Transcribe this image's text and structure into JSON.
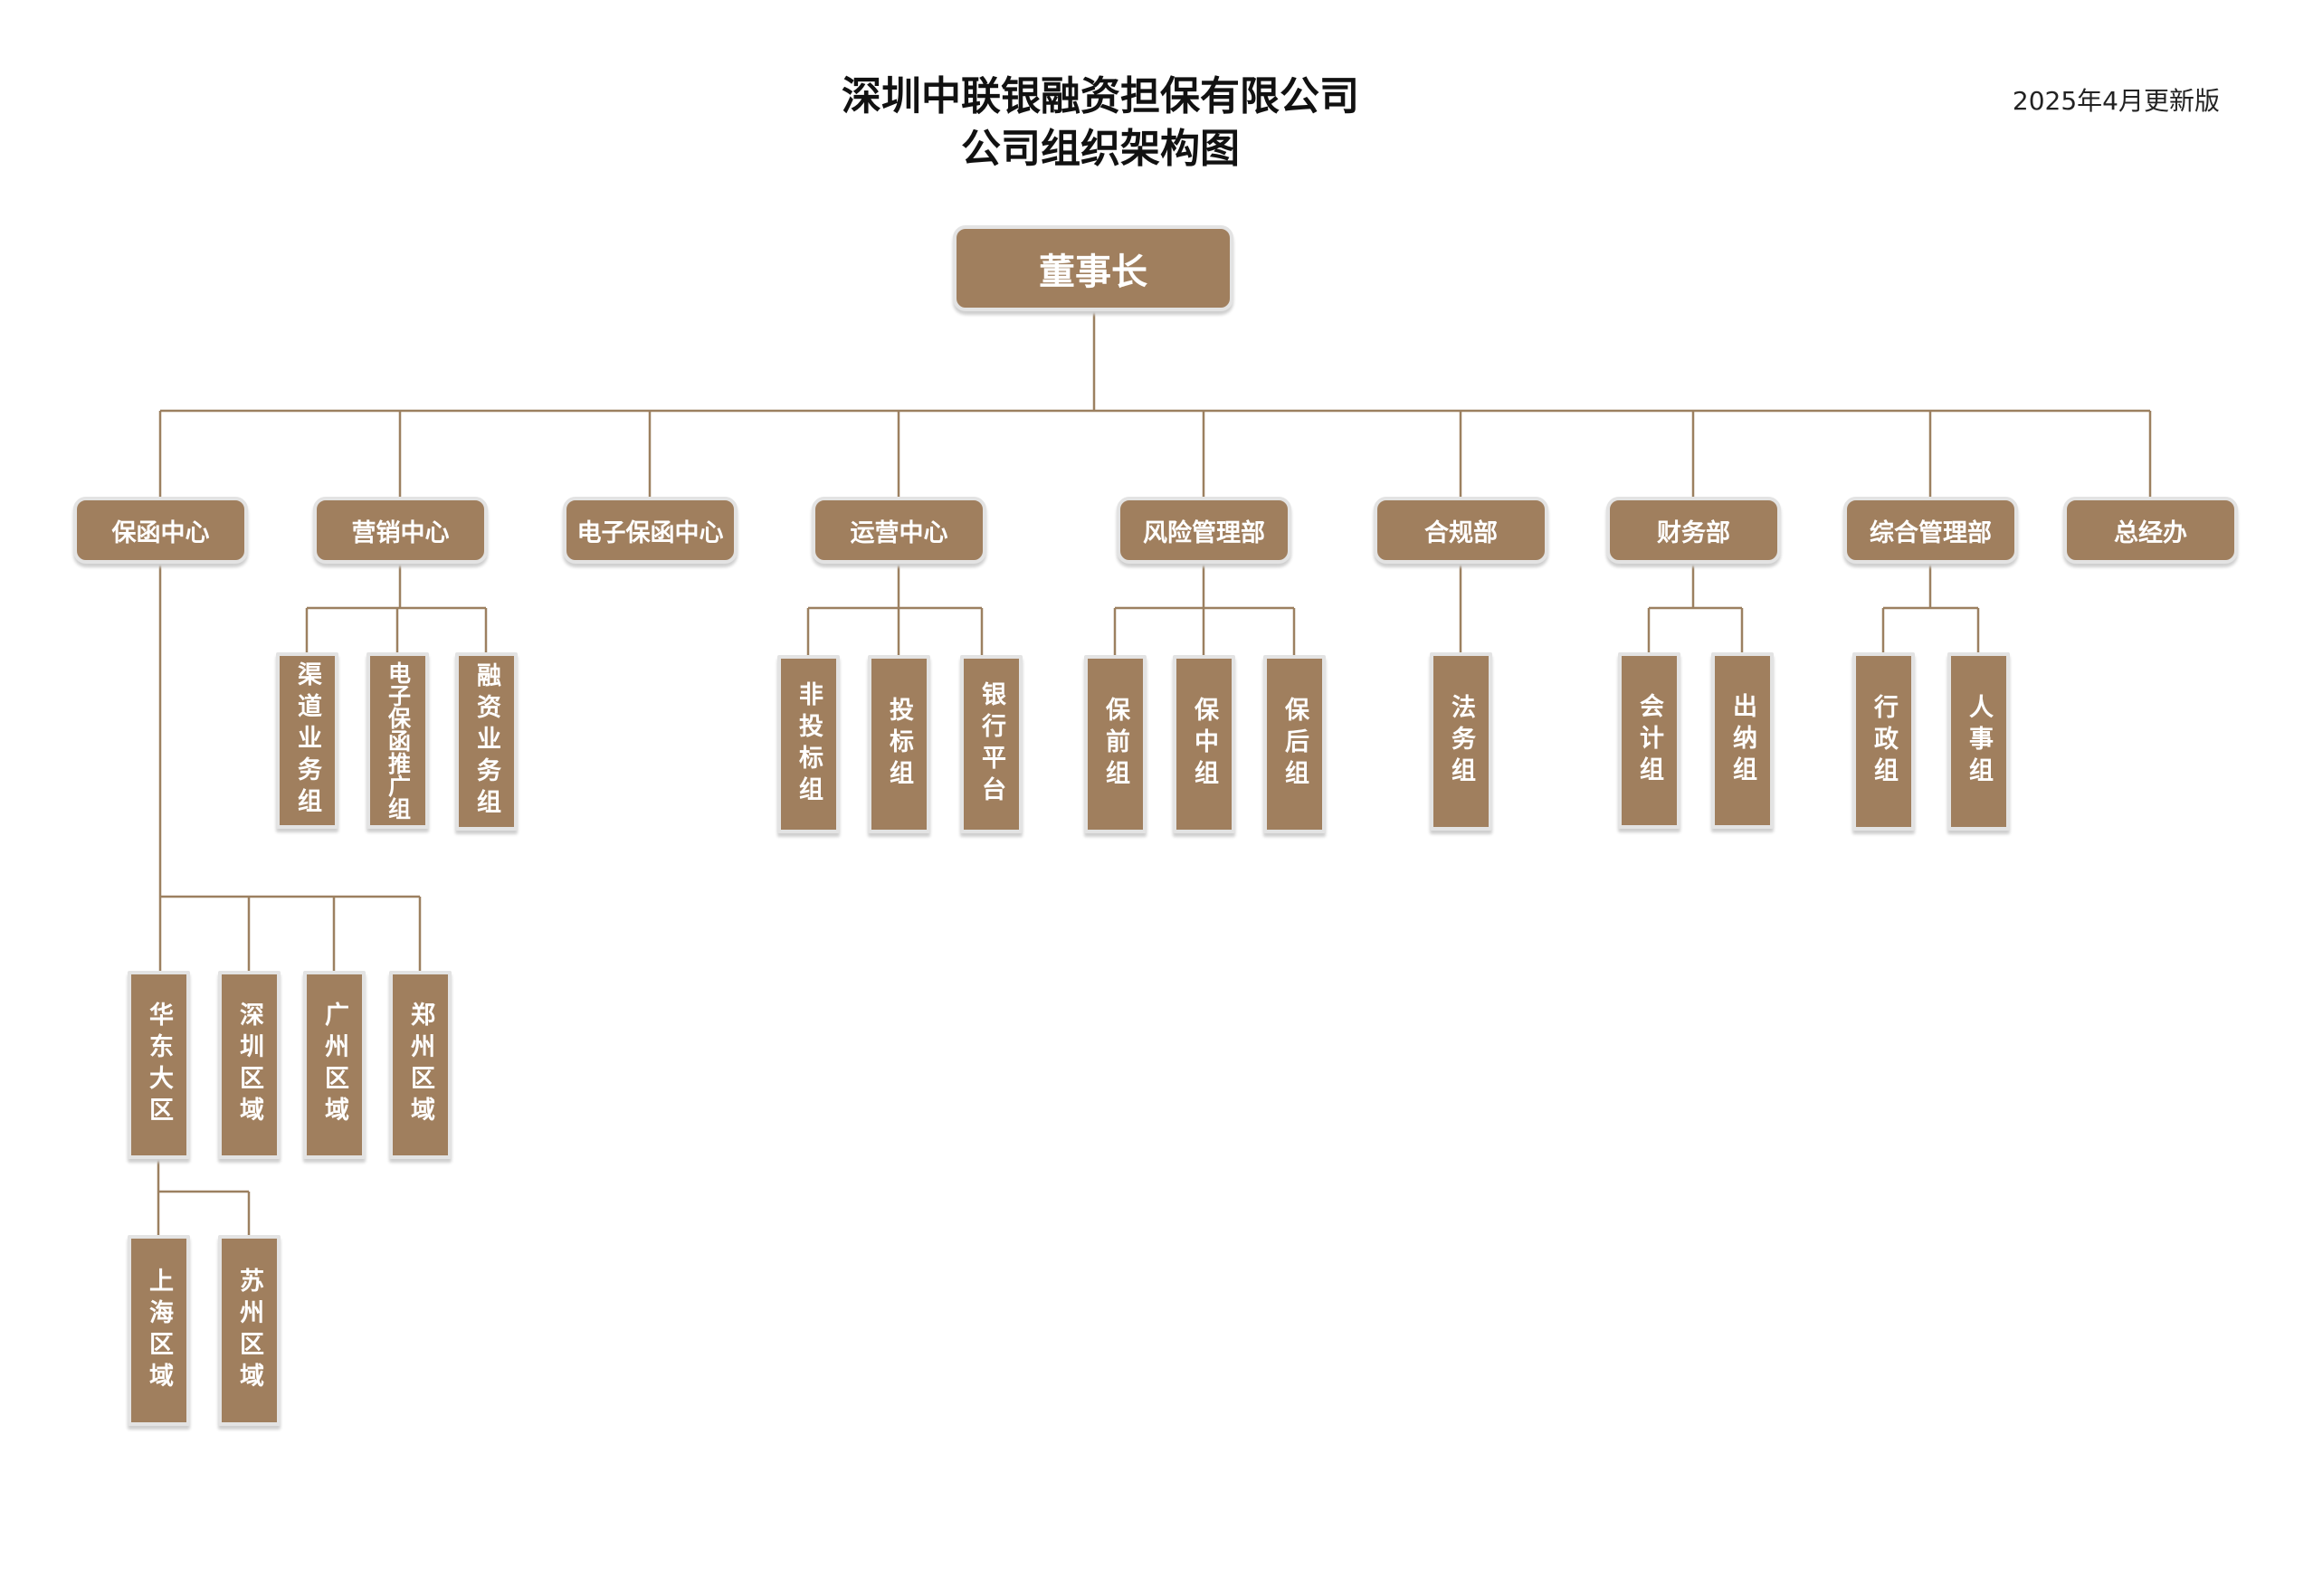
{
  "header": {
    "title_line1": "深圳中联银融资担保有限公司",
    "title_line2": "公司组织架构图",
    "version": "2025年4月更新版"
  },
  "colors": {
    "box": "#A07F5E",
    "line": "#9C8060"
  },
  "chairman": "董事长",
  "departments": [
    "保函中心",
    "营销中心",
    "电子保函中心",
    "运营中心",
    "风险管理部",
    "合规部",
    "财务部",
    "综合管理部",
    "总经办"
  ],
  "groups": {
    "marketing": [
      "渠道业务组",
      "电子保函推广组",
      "融资业务组"
    ],
    "operations": [
      "非投标组",
      "投标组",
      "银行平台"
    ],
    "risk": [
      "保前组",
      "保中组",
      "保后组"
    ],
    "compliance": [
      "法务组"
    ],
    "finance": [
      "会计组",
      "出纳组"
    ],
    "admin": [
      "行政组",
      "人事组"
    ],
    "guarantee_regions": [
      "华东大区",
      "深圳区域",
      "广州区域",
      "郑州区域"
    ],
    "east_china_regions": [
      "上海区域",
      "苏州区域"
    ]
  }
}
